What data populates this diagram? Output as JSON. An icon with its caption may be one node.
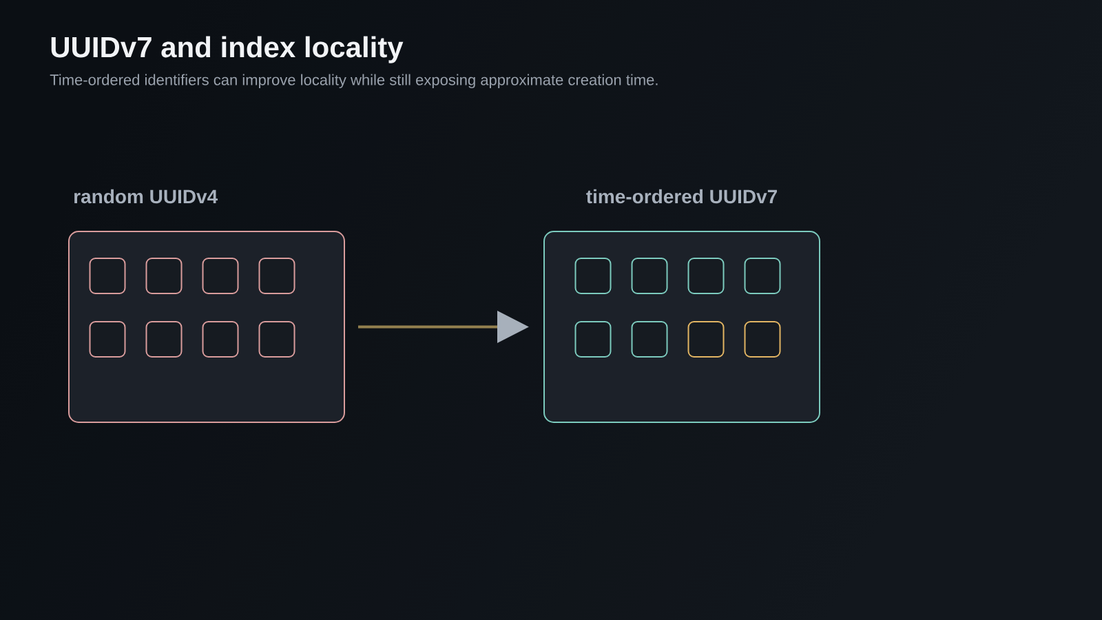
{
  "diagram": {
    "title": "UUIDv7 and index locality",
    "nodes": [
      {
        "text": [
          "random UUIDv4"
        ]
      },
      {
        "text": [],
        "shape": "box",
        "in": 0
      },
      {
        "text": [],
        "shape": "box",
        "in": 0
      },
      {
        "text": [],
        "shape": "box",
        "in": 0
      },
      {
        "text": [],
        "shape": "box",
        "in": 0
      },
      {
        "text": [],
        "shape": "box",
        "in": 0
      },
      {
        "text": [],
        "shape": "box",
        "in": 0
      },
      {
        "text": [],
        "shape": "box",
        "in": 0
      },
      {
        "text": [],
        "shape": "box",
        "in": 0
      },
      {
        "text": [
          "time-ordered UUIDv7"
        ]
      },
      {
        "text": [],
        "shape": "box",
        "in": 9
      },
      {
        "text": [],
        "shape": "box",
        "in": 9
      },
      {
        "text": [],
        "shape": "box",
        "in": 9
      },
      {
        "text": [],
        "shape": "box",
        "in": 9
      },
      {
        "text": [],
        "shape": "box",
        "in": 9
      },
      {
        "text": [],
        "shape": "box",
        "in": 9
      },
      {
        "text": [],
        "shape": "box",
        "in": 9
      },
      {
        "text": [],
        "shape": "box",
        "in": 9
      }
    ],
    "edges": [
      {
        "from": 0,
        "to": 9,
        "arrow": "to"
      }
    ],
    "labels": [
      "Time-ordered identifiers can improve locality while still exposing approximate creation time."
    ]
  }
}
